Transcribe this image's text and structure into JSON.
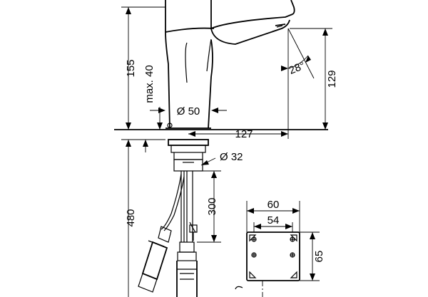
{
  "dimensions": {
    "total_height_upper": "155",
    "max_height": "max. 40",
    "base_diameter": "Ø 50",
    "spout_height": "129",
    "angle": "28°",
    "reach": "127",
    "thread_diameter": "Ø 32",
    "hose_length": "300",
    "total_height_lower": "480",
    "box_outer_width": "60",
    "box_inner_width": "54",
    "box_height": "65"
  }
}
